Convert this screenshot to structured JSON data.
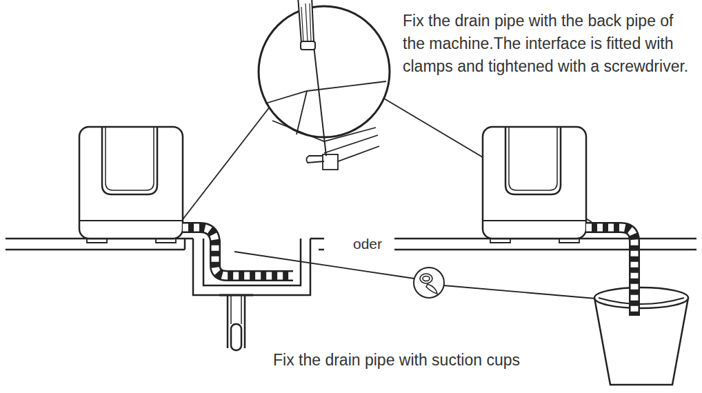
{
  "diagram": {
    "labels": [
      "Fix the drain pipe with the back pipe of the machine.The interface is fitted with clamps and tightened with a screwdriver.",
      "oder",
      "Fix the drain pipe with suction cups"
    ]
  }
}
